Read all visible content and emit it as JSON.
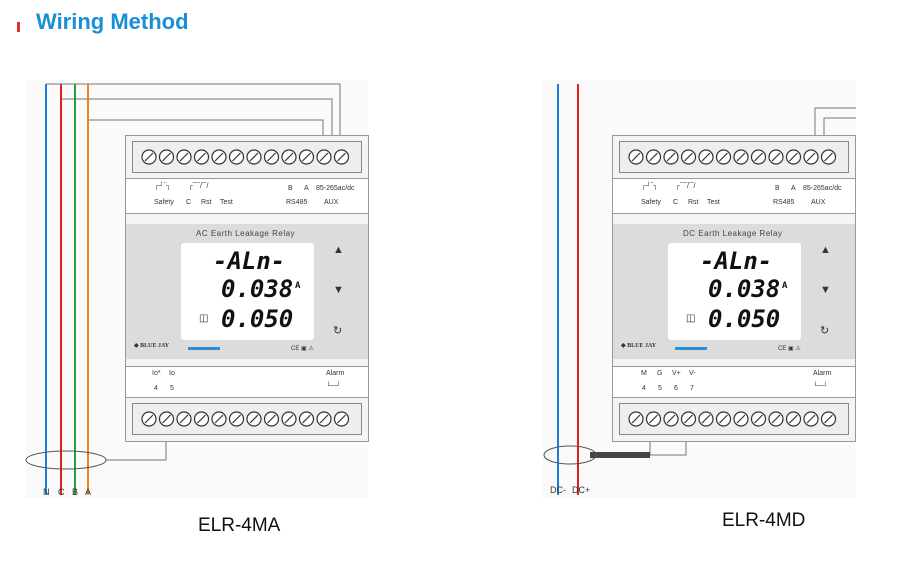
{
  "title": "Wiring Method",
  "colors": {
    "accent": "#1a8fd8",
    "blue_wire": "#1a7fd8",
    "red_wire": "#e02020",
    "green_wire": "#20a040",
    "orange_wire": "#f08020"
  },
  "left": {
    "caption": "ELR-4MA",
    "wire_labels": [
      "N",
      "C",
      "B",
      "A"
    ],
    "device": {
      "top_labels": {
        "safety": "Safety",
        "c": "C",
        "rst": "Rst",
        "test": "Test",
        "b": "B",
        "a": "A",
        "aux_range": "85-265ac/dc",
        "rs485": "RS485",
        "aux": "AUX"
      },
      "face_title": "AC Earth Leakage Relay",
      "lcd": {
        "line1": "-ALn-",
        "line2": "0.038",
        "unit": "A",
        "line3": "0.050"
      },
      "brand": "BLUE JAY",
      "cert": "CE ▣ ⚠",
      "bottom_labels": {
        "t1": "Io*",
        "t2": "Io",
        "n1": "4",
        "n2": "5",
        "alarm": "Alarm"
      }
    }
  },
  "right": {
    "caption": "ELR-4MD",
    "wire_labels": [
      "DC-",
      "DC+"
    ],
    "device": {
      "top_labels": {
        "safety": "Safety",
        "c": "C",
        "rst": "Rst",
        "test": "Test",
        "b": "B",
        "a": "A",
        "aux_range": "85-265ac/dc",
        "rs485": "RS485",
        "aux": "AUX"
      },
      "face_title": "DC Earth Leakage Relay",
      "lcd": {
        "line1": "-ALn-",
        "line2": "0.038",
        "unit": "A",
        "line3": "0.050"
      },
      "brand": "BLUE JAY",
      "cert": "CE ▣ ⚠",
      "bottom_labels": {
        "t1": "M",
        "t2": "G",
        "t3": "V+",
        "t4": "V-",
        "n1": "4",
        "n2": "5",
        "n3": "6",
        "n4": "7",
        "alarm": "Alarm"
      }
    }
  }
}
